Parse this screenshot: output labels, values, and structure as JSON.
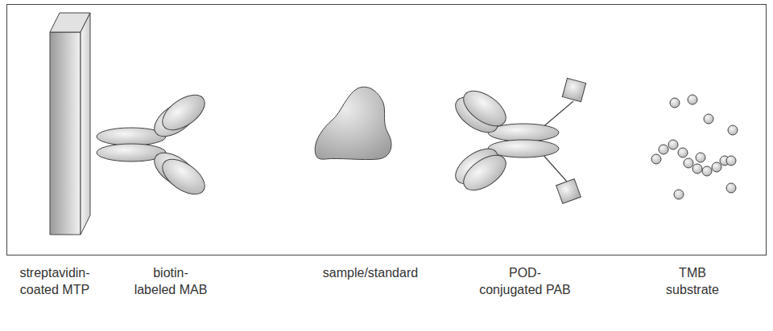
{
  "diagram": {
    "labels": [
      "streptavidin-coated MTP",
      "biotin-labeled MAB",
      "sample/standard",
      "POD-conjugated PAB",
      "TMB substrate"
    ]
  }
}
